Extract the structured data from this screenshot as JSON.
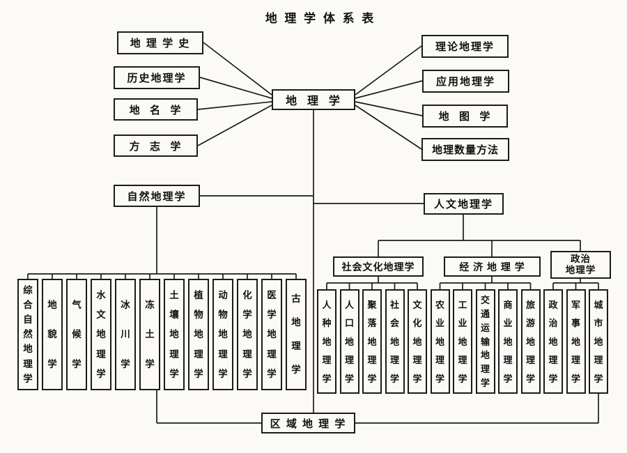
{
  "title": "地 理 学 体 系 表",
  "root_label": "地  理  学",
  "left_branches": [
    "地 理 学 史",
    "历史地理学",
    "地  名  学",
    "方  志  学"
  ],
  "right_branches": [
    "理论地理学",
    "应用地理学",
    "地  图  学",
    "地理数量方法"
  ],
  "natural_label": "自然地理学",
  "human_label": "人文地理学",
  "natural_columns": [
    "综合自然地理学",
    "地貌学",
    "气候学",
    "水文地理学",
    "冰川学",
    "冻土学",
    "土壤地理学",
    "植物地理学",
    "动物地理学",
    "化学地理学",
    "医学地理学",
    "古地理学"
  ],
  "subgroups": {
    "socio": {
      "label": "社会文化地理学",
      "columns": [
        "人种地理学",
        "人口地理学",
        "聚落地理学",
        "社会地理学",
        "文化地理学"
      ]
    },
    "economic": {
      "label": "经 济 地 理 学",
      "columns": [
        "农业地理学",
        "工业地理学",
        "交通运输地理学",
        "商业地理学",
        "旅游地理学"
      ]
    },
    "political": {
      "label_line1": "政治",
      "label_line2": "地理学",
      "columns": [
        "政治地理学",
        "军事地理学",
        "城市地理学"
      ]
    }
  },
  "regional_label": "区 域 地 理 学",
  "colors": {
    "background": "#fbfaf6",
    "line": "#1b1b1b",
    "box_border": "#1b1b1b",
    "text": "#111111"
  }
}
